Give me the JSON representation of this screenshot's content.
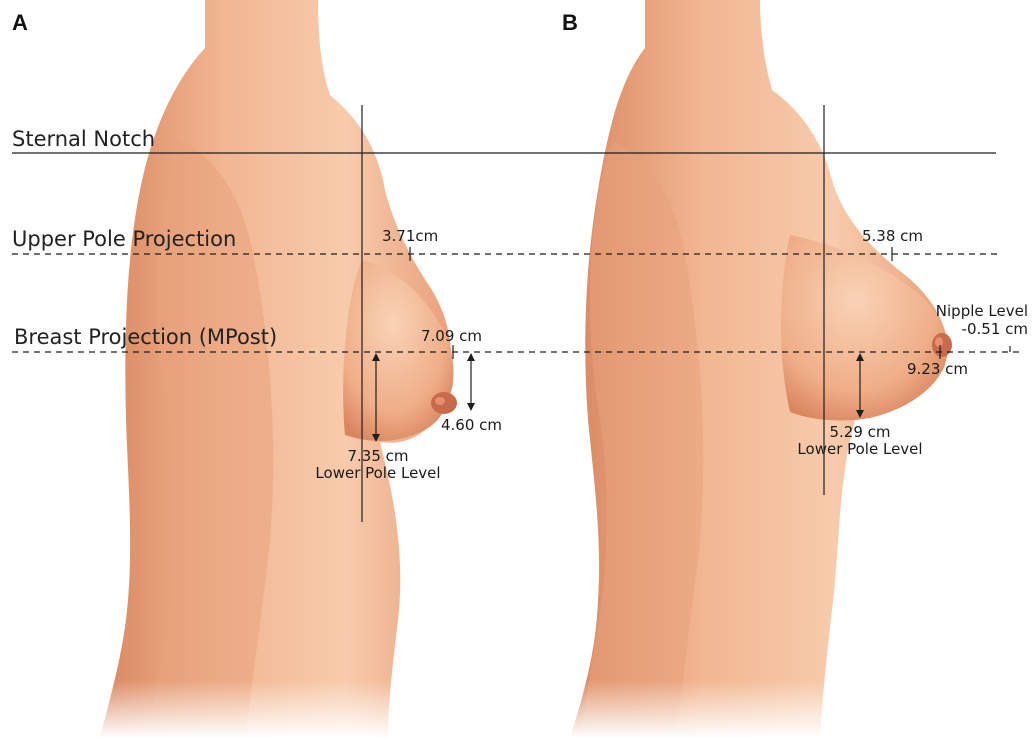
{
  "panels": {
    "a": {
      "label": "A"
    },
    "b": {
      "label": "B"
    }
  },
  "reference_lines": {
    "sternal_notch": "Sternal Notch",
    "upper_pole_projection": "Upper Pole Projection",
    "breast_projection": "Breast Projection (MPost)"
  },
  "measurements": {
    "a": {
      "upper_pole_projection": "3.71cm",
      "breast_projection": "7.09 cm",
      "nipple_drop": "4.60 cm",
      "lower_pole_value": "7.35 cm",
      "lower_pole_label": "Lower Pole Level"
    },
    "b": {
      "upper_pole_projection": "5.38 cm",
      "nipple_level_label": "Nipple Level",
      "nipple_level_value": "-0.51 cm",
      "breast_projection": "9.23 cm",
      "lower_pole_value": "5.29 cm",
      "lower_pole_label": "Lower Pole Level"
    }
  },
  "colors": {
    "skin_light": "#f6c6a4",
    "skin_mid": "#e9a07a",
    "skin_shadow": "#c46f4b",
    "areola": "#c86a4c",
    "line": "#1e1e1e"
  }
}
